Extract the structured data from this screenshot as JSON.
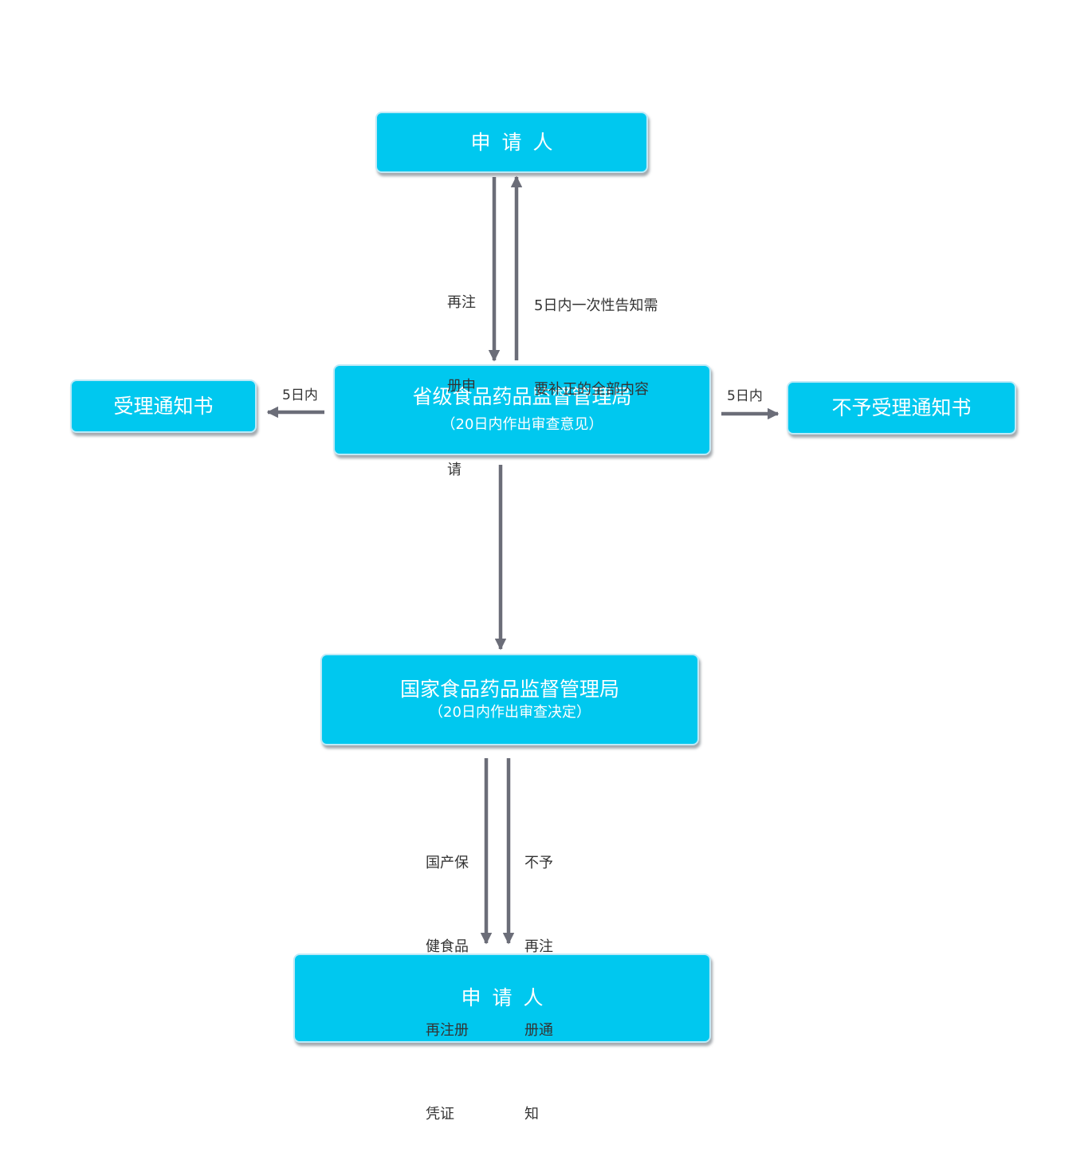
{
  "boxes": {
    "applicant_top": "申请人",
    "provincial": {
      "title": "省级食品药品监督管理局",
      "note": "（20日内作出审查意见）"
    },
    "accept_notice": "受理通知书",
    "reject_notice": "不予受理通知书",
    "national": {
      "title": "国家食品药品监督管理局",
      "note": "（20日内作出审查决定）"
    },
    "applicant_bottom": "申请人"
  },
  "edge_labels": {
    "reapply": [
      "再注",
      "册申",
      "请"
    ],
    "supplement": [
      "5日内一次性告知需",
      "要补正的全部内容"
    ],
    "accept_within": "5日内",
    "reject_within": "5日内",
    "certificate": [
      "国产保",
      "健食品",
      "再注册",
      "凭证"
    ],
    "no_reregister": [
      "不予",
      "再注",
      "册通",
      "知"
    ]
  },
  "colors": {
    "box_fill": "#00c8ef",
    "arrow": "#6b6d78"
  }
}
